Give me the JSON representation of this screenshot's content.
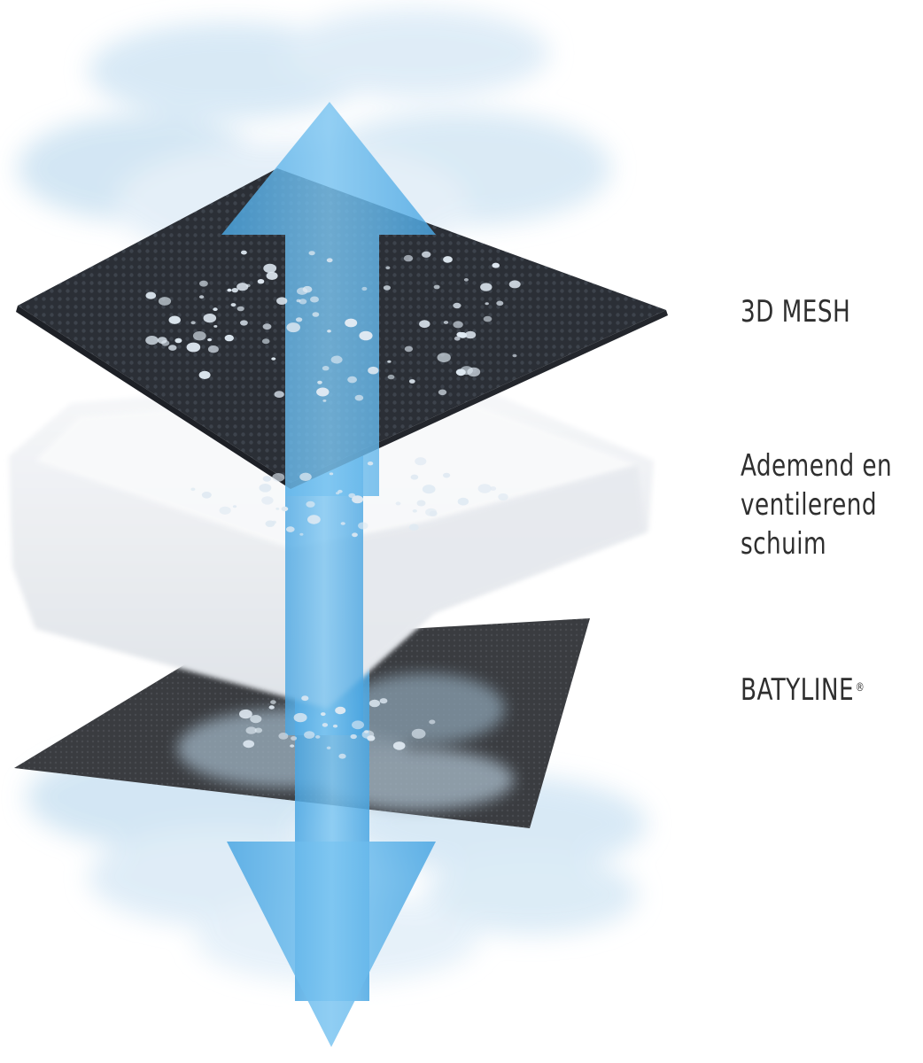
{
  "layers": {
    "mesh": {
      "label": "3D MESH"
    },
    "foam": {
      "lines": [
        "Ademend en",
        "ventilerend",
        "schuim"
      ]
    },
    "batyline": {
      "label": "BATYLINE",
      "mark": "®"
    }
  },
  "colors": {
    "arrow": "#5fb4ea",
    "mesh": "#2b2f36",
    "foam": "#f1f3f6",
    "base": "#3a3c40",
    "cloud": "#cfe4f3",
    "text": "#2f2f2f"
  }
}
